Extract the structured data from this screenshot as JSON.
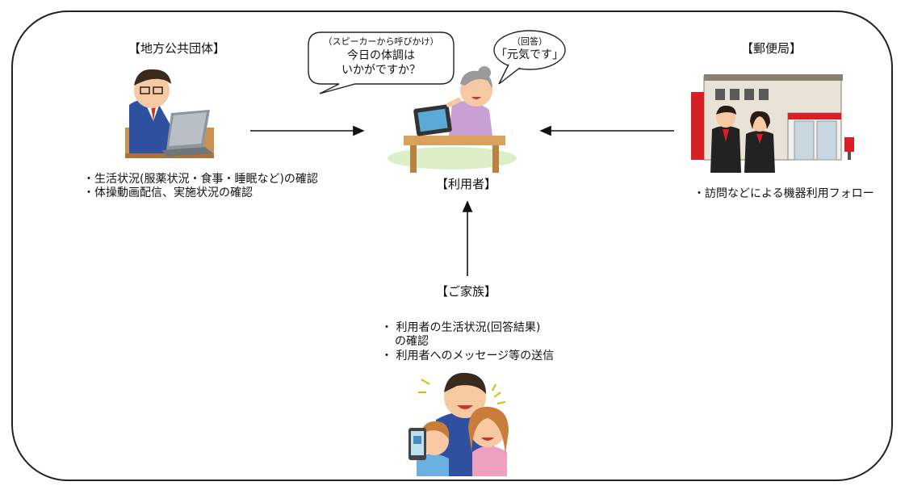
{
  "municipality": {
    "title": "【地方公共団体】",
    "items": [
      "・生活状況(服薬状況・食事・睡眠など)の確認",
      "・体操動画配信、実施状況の確認"
    ]
  },
  "user": {
    "title": "【利用者】",
    "speaker_note": "（スピーカーから呼びかけ）",
    "speaker_line1": "今日の体調は",
    "speaker_line2": "いかがですか？",
    "answer_note": "（回答）",
    "answer_text": "「元気です」"
  },
  "post_office": {
    "title": "【郵便局】",
    "items": [
      "・訪問などによる機器利用フォロー"
    ]
  },
  "family": {
    "title": "【ご家族】",
    "item1_line1": "・ 利用者の生活状況(回答結果)",
    "item1_line2": "の確認",
    "item2": "・ 利用者へのメッセージ等の送信"
  },
  "colors": {
    "border": "#222222",
    "arrow": "#111111",
    "post_red": "#d61f26"
  }
}
